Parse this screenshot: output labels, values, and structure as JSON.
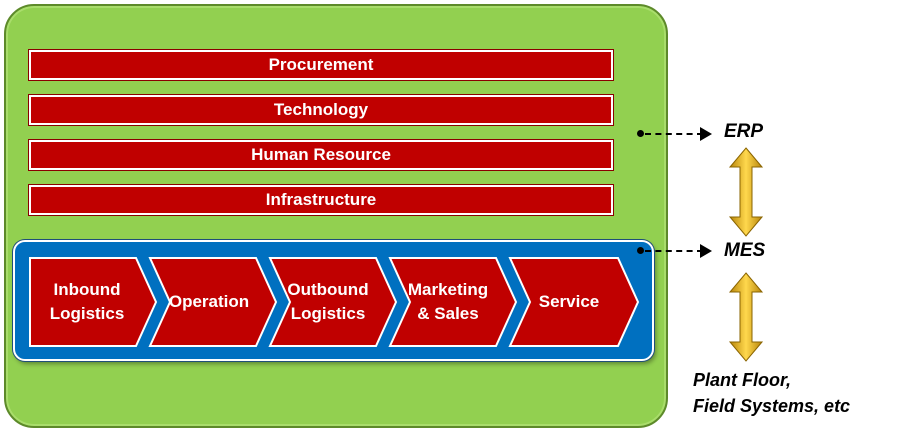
{
  "support_activities": [
    {
      "label": "Procurement"
    },
    {
      "label": "Technology"
    },
    {
      "label": "Human Resource"
    },
    {
      "label": "Infrastructure"
    }
  ],
  "primary_activities": [
    {
      "line1": "Inbound",
      "line2": "Logistics"
    },
    {
      "line1": "Operation",
      "line2": ""
    },
    {
      "line1": "Outbound",
      "line2": "Logistics"
    },
    {
      "line1": "Marketing",
      "line2": "& Sales"
    },
    {
      "line1": "Service",
      "line2": ""
    }
  ],
  "layers": {
    "erp": "ERP",
    "mes": "MES",
    "plant_line1": "Plant Floor,",
    "plant_line2": "Field Systems, etc"
  },
  "colors": {
    "green_panel": "#92d050",
    "support_red": "#c00000",
    "blue_panel": "#0070c0",
    "arrow_gold": "#ffc000"
  }
}
